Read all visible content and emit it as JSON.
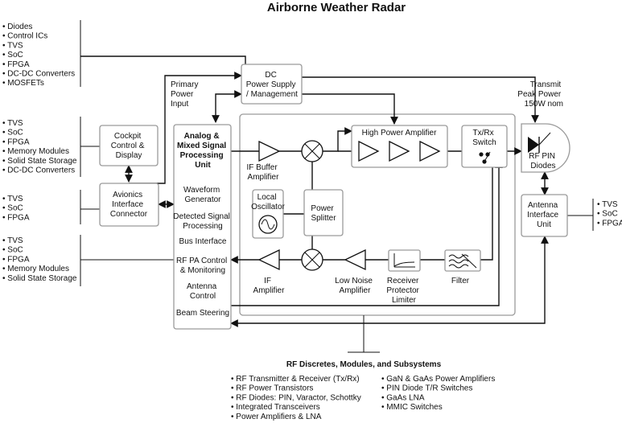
{
  "title": "Airborne Weather Radar",
  "lists": {
    "top_left": [
      "• Diodes",
      "• Control ICs",
      "• TVS",
      "• SoC",
      "• FPGA",
      "• DC-DC Converters",
      "• MOSFETs"
    ],
    "cockpit_left": [
      "• TVS",
      "• SoC",
      "• FPGA",
      "• Memory Modules",
      "• Solid State Storage",
      "• DC-DC Converters"
    ],
    "avionics_left": [
      "• TVS",
      "• SoC",
      "• FPGA"
    ],
    "bottom_left": [
      "• TVS",
      "• SoC",
      "• FPGA",
      "• Memory Modules",
      "• Solid State Storage"
    ],
    "antenna_right": [
      "• TVS",
      "• SoC",
      "• FPGA"
    ]
  },
  "blocks": {
    "dc_power": [
      "DC",
      "Power Supply",
      "/ Management"
    ],
    "primary_power": [
      "Primary",
      "Power",
      "Input"
    ],
    "transmit_power": [
      "Transmit",
      "Peak Power",
      "150W nom"
    ],
    "cockpit": [
      "Cockpit",
      "Control &",
      "Display"
    ],
    "avionics": [
      "Avionics",
      "Interface",
      "Connector"
    ],
    "analog_title": [
      "Analog &",
      "Mixed Signal",
      "Processing",
      "Unit"
    ],
    "analog_funcs": [
      [
        "Waveform",
        "Generator"
      ],
      [
        "Detected Signal",
        "Processing"
      ],
      [
        "Bus Interface"
      ],
      [
        "RF PA Control",
        "& Monitoring"
      ],
      [
        "Antenna",
        "Control"
      ],
      [
        "Beam Steering"
      ]
    ],
    "hpa": "High Power Amplifier",
    "txrx": [
      "Tx/Rx",
      "Switch"
    ],
    "rf_pin": [
      "RF PIN",
      "Diodes"
    ],
    "if_buffer": [
      "IF Buffer",
      "Amplifier"
    ],
    "local_osc": [
      "Local",
      "Oscillator"
    ],
    "power_splitter": [
      "Power",
      "Splitter"
    ],
    "if_amp": [
      "IF",
      "Amplifier"
    ],
    "lna": [
      "Low Noise",
      "Amplifier"
    ],
    "receiver_protector": [
      "Receiver",
      "Protector",
      "Limiter"
    ],
    "filter": "Filter",
    "antenna_unit": [
      "Antenna",
      "Interface",
      "Unit"
    ]
  },
  "rf_section": {
    "title": "RF Discretes, Modules, and Subsystems",
    "col1": [
      "• RF Transmitter & Receiver (Tx/Rx)",
      "• RF Power Transistors",
      "• RF Diodes: PIN, Varactor, Schottky",
      "• Integrated Transceivers",
      "• Power Amplifiers & LNA"
    ],
    "col2": [
      "• GaN & GaAs Power Amplifiers",
      "• PIN Diode T/R Switches",
      "• GaAs LNA",
      "• MMIC Switches"
    ]
  }
}
